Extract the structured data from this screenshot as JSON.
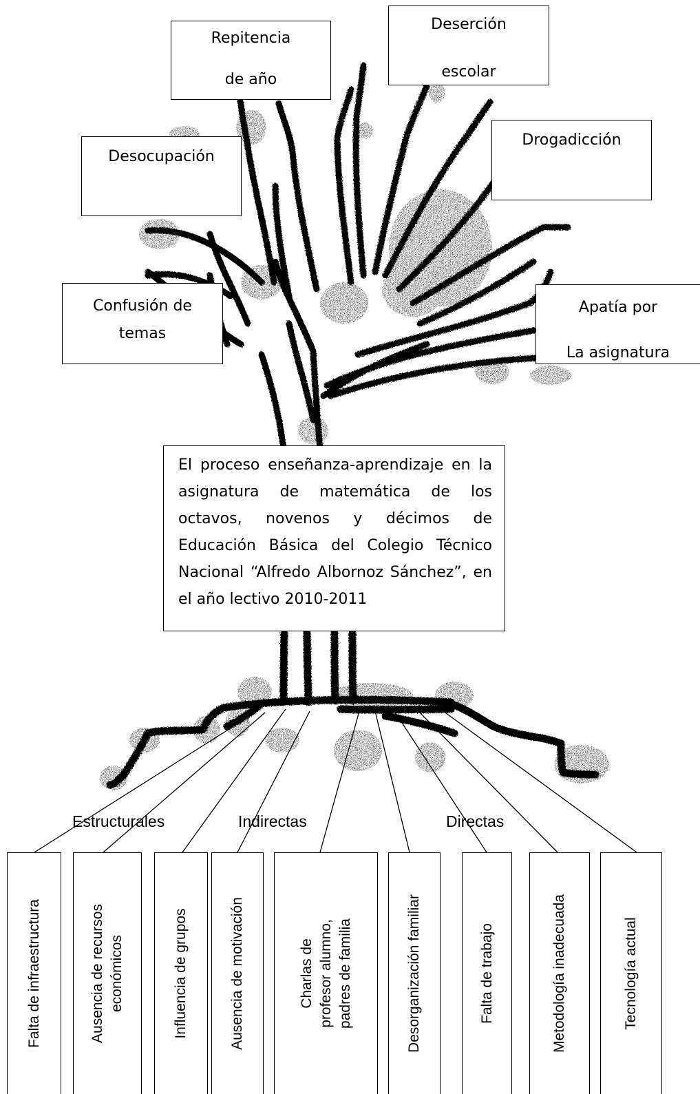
{
  "effects": {
    "repitencia": [
      "Repitencia",
      "de año"
    ],
    "desercion": [
      "Deserción",
      "escolar"
    ],
    "desocupacion": [
      "Desocupación"
    ],
    "drogadiccion": [
      "Drogadicción"
    ],
    "confusion": [
      "Confusión de",
      "temas"
    ],
    "apatia": [
      "Apatía por",
      "La asignatura"
    ]
  },
  "center_problem": "El proceso enseñanza-aprendizaje en la asignatura de matemática de los octavos, novenos y décimos de Educación Básica del Colegio Técnico Nacional “Alfredo Albornoz Sánchez”, en el año lectivo 2010-2011",
  "categories": {
    "estructurales": "Estructurales",
    "indirectas": "Indirectas",
    "directas": "Directas"
  },
  "causes": [
    "Falta de infraestructura",
    "Ausencia de recursos\neconómicos",
    "Influencia de grupos",
    "Ausencia de motivación",
    "Charlas de\nprofesor alumno,\npadres de familia",
    "Desorganización familiar",
    "Falta de trabajo",
    "Metodología inadecuada",
    "Tecnología actual"
  ]
}
